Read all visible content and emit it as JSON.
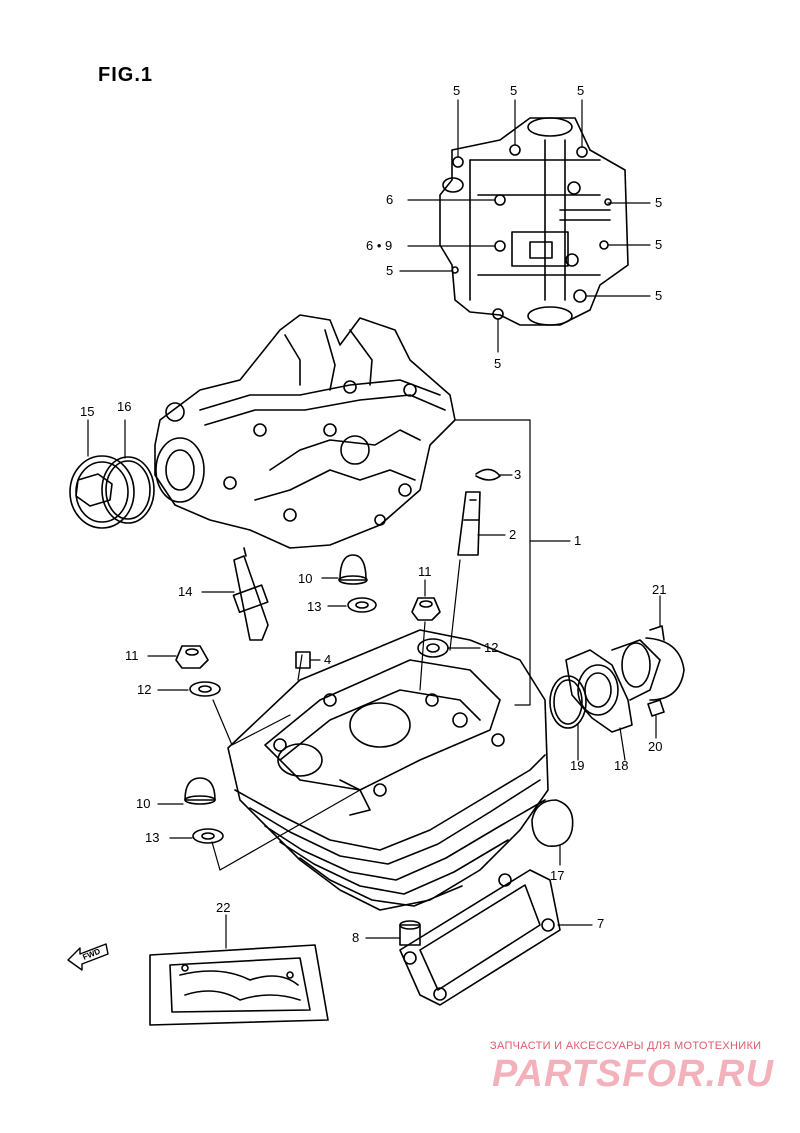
{
  "figure": {
    "title": "FIG.1"
  },
  "parts": [
    {
      "id": "1",
      "label": "1"
    },
    {
      "id": "2",
      "label": "2"
    },
    {
      "id": "3",
      "label": "3"
    },
    {
      "id": "4",
      "label": "4"
    },
    {
      "id": "5",
      "label": "5"
    },
    {
      "id": "6",
      "label": "6"
    },
    {
      "id": "6_9",
      "label": "6 • 9"
    },
    {
      "id": "7",
      "label": "7"
    },
    {
      "id": "8",
      "label": "8"
    },
    {
      "id": "10",
      "label": "10"
    },
    {
      "id": "11",
      "label": "11"
    },
    {
      "id": "12",
      "label": "12"
    },
    {
      "id": "13",
      "label": "13"
    },
    {
      "id": "14",
      "label": "14"
    },
    {
      "id": "15",
      "label": "15"
    },
    {
      "id": "16",
      "label": "16"
    },
    {
      "id": "17",
      "label": "17"
    },
    {
      "id": "18",
      "label": "18"
    },
    {
      "id": "19",
      "label": "19"
    },
    {
      "id": "20",
      "label": "20"
    },
    {
      "id": "21",
      "label": "21"
    },
    {
      "id": "22",
      "label": "22"
    }
  ],
  "callouts": {
    "c5a": "5",
    "c5b": "5",
    "c5c": "5",
    "c5d": "5",
    "c5e": "5",
    "c5f": "5",
    "c5g": "5",
    "c5h": "5",
    "c6": "6",
    "c69": "6 • 9",
    "c15": "15",
    "c16": "16",
    "c3": "3",
    "c2": "2",
    "c1": "1",
    "c10a": "10",
    "c11a": "11",
    "c13a": "13",
    "c14": "14",
    "c11b": "11",
    "c12a": "12",
    "c12b": "12",
    "c4": "4",
    "c21": "21",
    "c19": "19",
    "c18": "18",
    "c20": "20",
    "c10b": "10",
    "c13b": "13",
    "c17": "17",
    "c22": "22",
    "c8": "8",
    "c7": "7"
  },
  "fwd_mark": "FWD",
  "watermark": {
    "subtitle": "ЗАПЧАСТИ И АКСЕССУАРЫ ДЛЯ МОТОТЕХНИКИ",
    "logo": "PARTSFOR.RU"
  }
}
